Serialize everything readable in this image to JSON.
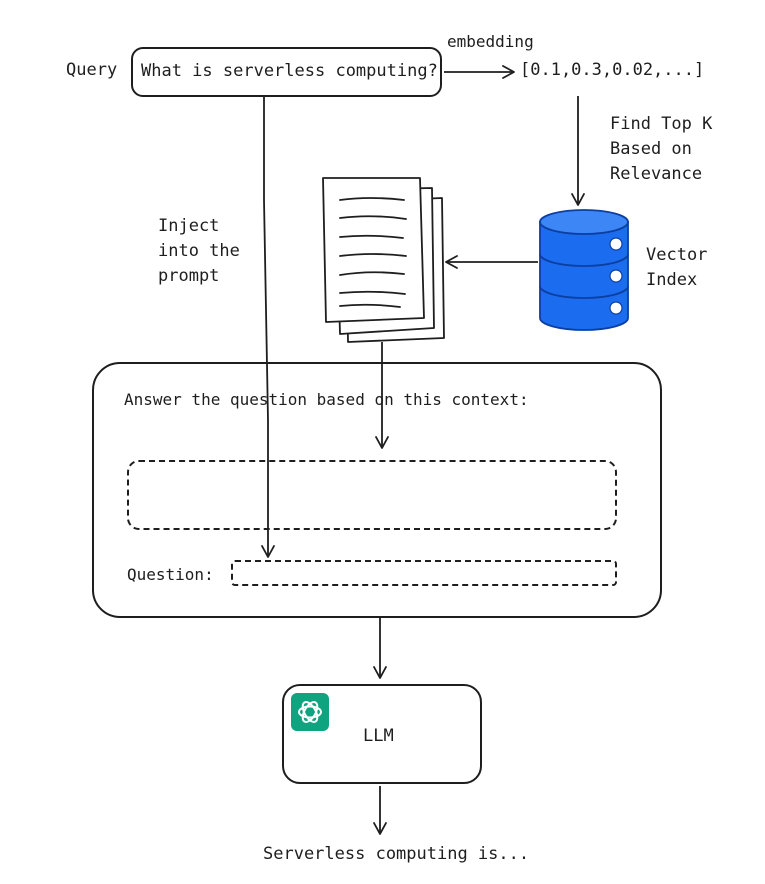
{
  "query": {
    "label": "Query",
    "text": "What is serverless computing?"
  },
  "embedding": {
    "edge_label": "embedding",
    "vector_text": "[0.1,0.3,0.02,...]"
  },
  "retrieval": {
    "label": "Find Top K\nBased on\nRelevance"
  },
  "vector_index": {
    "label": "Vector\nIndex",
    "color": "#1c6cf0"
  },
  "documents": {
    "icon": "document-stack-icon"
  },
  "inject": {
    "label": "Inject\ninto the\nprompt"
  },
  "prompt": {
    "heading": "Answer the question based on this context:",
    "question_label": "Question:"
  },
  "llm": {
    "label": "LLM",
    "icon": "openai-logo-icon",
    "icon_color": "#10a37f"
  },
  "output": {
    "text": "Serverless computing is..."
  }
}
